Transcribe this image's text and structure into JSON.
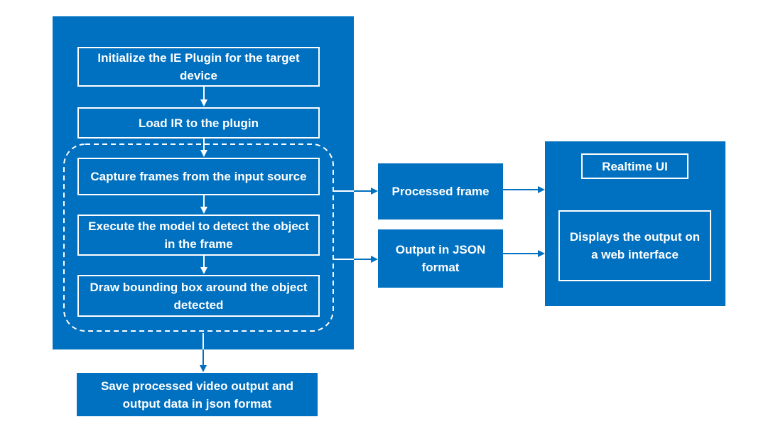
{
  "colors": {
    "panel": "#0070c0",
    "border": "#ffffff",
    "text": "#ffffff"
  },
  "pipeline": {
    "step_init": "Initialize the IE Plugin for the target device",
    "step_load": "Load IR to the plugin",
    "step_capture": "Capture frames from the input source",
    "step_execute": "Execute the model to detect the object in the frame",
    "step_draw": "Draw bounding box around the object detected"
  },
  "outputs": {
    "processed_frame": "Processed frame",
    "json_output": "Output in JSON format"
  },
  "realtime": {
    "title": "Realtime UI",
    "description": "Displays the output on a web interface"
  },
  "save": {
    "label": "Save processed video output and output data in json format"
  }
}
